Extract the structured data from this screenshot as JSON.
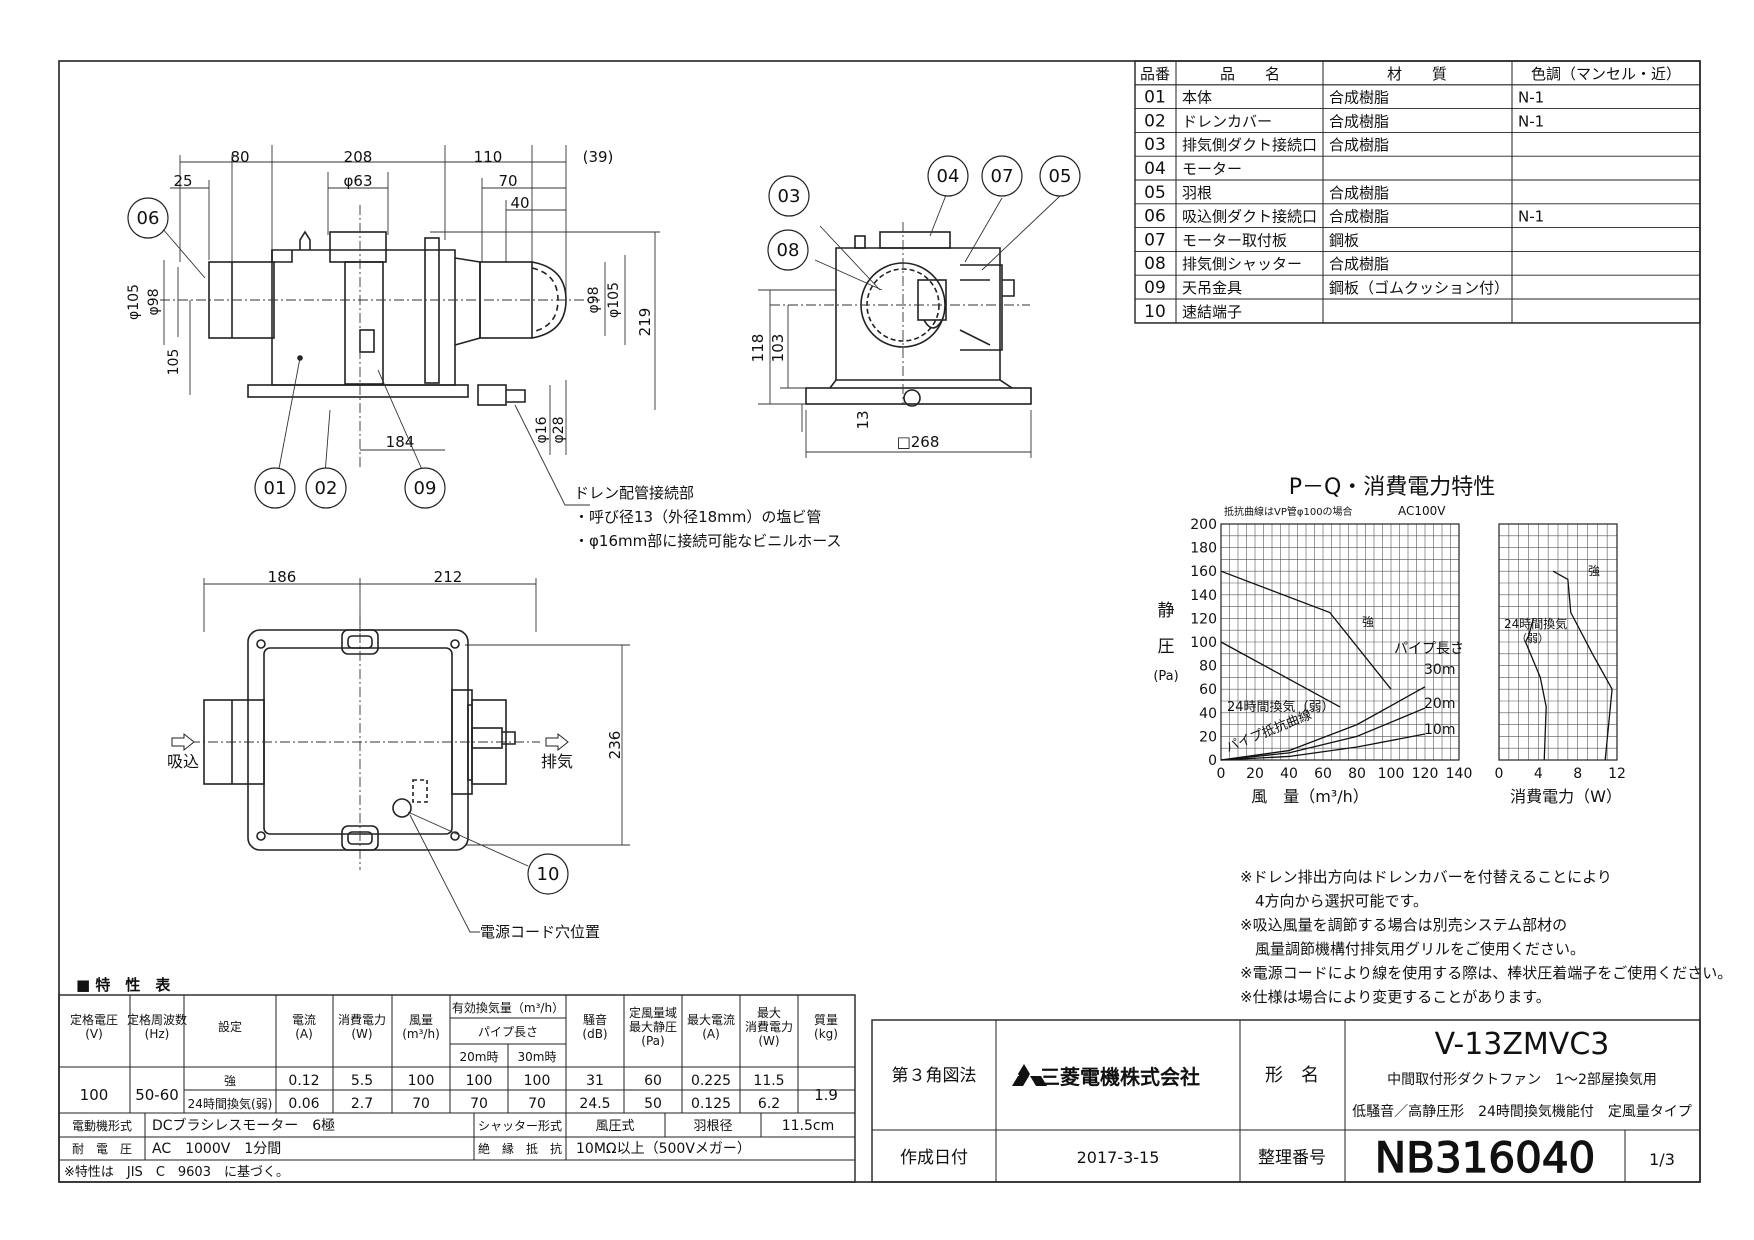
{
  "parts_table": {
    "headers": [
      "品番",
      "品　　名",
      "材　　質",
      "色調（マンセル・近）"
    ],
    "rows": [
      [
        "01",
        "本体",
        "合成樹脂",
        "N-1"
      ],
      [
        "02",
        "ドレンカバー",
        "合成樹脂",
        "N-1"
      ],
      [
        "03",
        "排気側ダクト接続口",
        "合成樹脂",
        ""
      ],
      [
        "04",
        "モーター",
        "",
        ""
      ],
      [
        "05",
        "羽根",
        "合成樹脂",
        ""
      ],
      [
        "06",
        "吸込側ダクト接続口",
        "合成樹脂",
        "N-1"
      ],
      [
        "07",
        "モーター取付板",
        "鋼板",
        ""
      ],
      [
        "08",
        "排気側シャッター",
        "合成樹脂",
        ""
      ],
      [
        "09",
        "天吊金具",
        "鋼板（ゴムクッション付）",
        ""
      ],
      [
        "10",
        "速結端子",
        "",
        ""
      ]
    ]
  },
  "drawing": {
    "front_dims": [
      "80",
      "208",
      "110",
      "(39)",
      "25",
      "φ63",
      "70",
      "40",
      "219",
      "φ105",
      "φ98",
      "105",
      "φ98",
      "φ105",
      "184",
      "φ16",
      "φ28"
    ],
    "side_dims": [
      "118",
      "103",
      "13",
      "□268"
    ],
    "plan_dims": [
      "186",
      "212",
      "236"
    ],
    "balloons": [
      "01",
      "02",
      "03",
      "04",
      "05",
      "06",
      "07",
      "08",
      "09",
      "10"
    ],
    "drain_note": [
      "ドレン配管接続部",
      "・呼び径13（外径18mm）の塩ビ管",
      "・φ16mm部に接続可能なビニルホース"
    ],
    "intake_label": "吸込",
    "exhaust_label": "排気",
    "cord_label": "電源コード穴位置"
  },
  "chart_data": [
    {
      "type": "line",
      "title": "P－Q・消費電力特性",
      "subtitle_left": "抵抗曲線はVP管φ100の場合",
      "subtitle_right": "AC100V",
      "xlabel": "風　量（m³/h）",
      "ylabel": [
        "静",
        "圧",
        "(Pa)"
      ],
      "xlim": [
        0,
        140
      ],
      "ylim": [
        0,
        200
      ],
      "x_ticks": [
        0,
        20,
        40,
        60,
        80,
        100,
        120,
        140
      ],
      "y_ticks": [
        0,
        20,
        40,
        60,
        80,
        100,
        120,
        140,
        160,
        180,
        200
      ],
      "grid": true,
      "series": [
        {
          "name": "強",
          "x": [
            0,
            64,
            100
          ],
          "y": [
            160,
            125,
            60
          ]
        },
        {
          "name": "24時間換気（弱）",
          "x": [
            0,
            70
          ],
          "y": [
            100,
            45
          ]
        },
        {
          "name": "パイプ長さ 30m",
          "x": [
            0,
            40,
            80,
            120
          ],
          "y": [
            0,
            8,
            30,
            62
          ]
        },
        {
          "name": "20m",
          "x": [
            0,
            40,
            80,
            120
          ],
          "y": [
            0,
            6,
            20,
            44
          ]
        },
        {
          "name": "10m",
          "x": [
            0,
            40,
            80,
            120
          ],
          "y": [
            0,
            3,
            11,
            22
          ]
        }
      ],
      "annotations": [
        "強",
        "パイプ長さ",
        "30m",
        "20m",
        "10m",
        "24時間換気（弱）",
        "パイプ抵抗曲線"
      ]
    },
    {
      "type": "line",
      "xlabel": "消費電力（W）",
      "xlim": [
        0,
        12
      ],
      "ylim": [
        0,
        200
      ],
      "x_ticks": [
        0,
        4,
        8,
        12
      ],
      "grid": true,
      "series": [
        {
          "name": "強",
          "x": [
            5.5,
            7,
            7.3,
            9.5,
            11.5,
            10.8
          ],
          "y": [
            160,
            153,
            125,
            90,
            60,
            0
          ]
        },
        {
          "name": "24時間換気（弱）",
          "x": [
            3.5,
            3,
            2.7,
            4.2,
            4.8,
            4.6
          ],
          "y": [
            120,
            105,
            100,
            70,
            45,
            0
          ]
        }
      ],
      "annotations": [
        "強",
        "24時間換気",
        "（弱）"
      ]
    }
  ],
  "notes": [
    "※ドレン排出方向はドレンカバーを付替えることにより",
    "　4方向から選択可能です。",
    "※吸込風量を調節する場合は別売システム部材の",
    "　風量調節機構付排気用グリルをご使用ください。",
    "※電源コードにより線を使用する際は、棒状圧着端子をご使用ください。",
    "※仕様は場合により変更することがあります。"
  ],
  "spec_table": {
    "title": "■ 特　性　表",
    "headers": [
      "定格電圧\n(V)",
      "定格周波数\n(Hz)",
      "設定",
      "電流\n(A)",
      "消費電力\n(W)",
      "風量\n(m³/h)",
      "有効換気量（m³/h）",
      "騒音\n(dB)",
      "定風量域\n最大静圧\n(Pa)",
      "最大電流\n(A)",
      "最大\n消費電力\n(W)",
      "質量\n(kg)"
    ],
    "subheader": "パイプ長さ",
    "sub_cols": [
      "20m時",
      "30m時"
    ],
    "voltage": "100",
    "frequency": "50-60",
    "mass": "1.9",
    "rows": [
      [
        "強",
        "0.12",
        "5.5",
        "100",
        "100",
        "100",
        "31",
        "60",
        "0.225",
        "11.5"
      ],
      [
        "24時間換気(弱)",
        "0.06",
        "2.7",
        "70",
        "70",
        "70",
        "24.5",
        "50",
        "0.125",
        "6.2"
      ]
    ],
    "motor_label": "電動機形式",
    "motor_value": "DCブラシレスモーター　6極",
    "shutter_label": "シャッター形式",
    "shutter_value": "風圧式",
    "blade_label": "羽根径",
    "blade_value": "11.5cm",
    "withstand_label": "耐　電　圧",
    "withstand_value": "AC　1000V　1分間",
    "insulation_label": "絶　縁　抵　抗",
    "insulation_value": "10MΩ以上（500Vメガー）",
    "footnote": "※特性は　JIS　C　9603　に基づく。"
  },
  "title_block": {
    "projection": "第３角図法",
    "company": "三菱電機株式会社",
    "model_label": "形　名",
    "model": "V-13ZMVC3",
    "desc1": "中間取付形ダクトファン　1～2部屋換気用",
    "desc2": "低騒音／高静圧形　24時間換気機能付　定風量タイプ",
    "date_label": "作成日付",
    "date": "2017-3-15",
    "number_label": "整理番号",
    "number": "NB316040",
    "sheet": "1/3"
  }
}
